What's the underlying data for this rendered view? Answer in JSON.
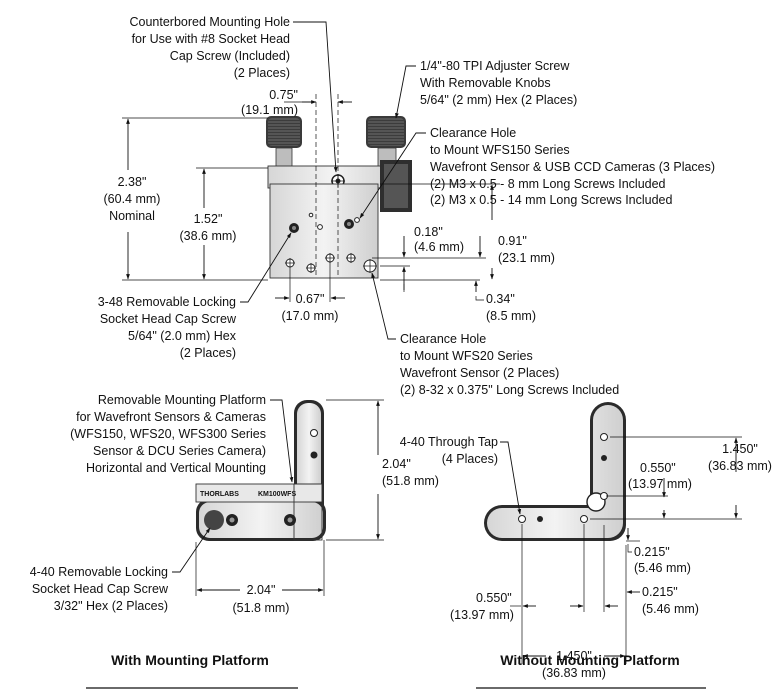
{
  "top_view": {
    "counterbored": [
      "Counterbored Mounting Hole",
      "for Use with #8 Socket Head",
      "Cap Screw (Included)",
      "(2 Places)"
    ],
    "adjuster": [
      "1/4\"-80 TPI Adjuster Screw",
      "With Removable Knobs",
      "5/64\" (2 mm) Hex (2 Places)"
    ],
    "clearance_wfs150": [
      "Clearance Hole",
      "to Mount WFS150 Series",
      "Wavefront Sensor & USB CCD Cameras (3 Places)",
      "(2) M3 x 0.5 - 8 mm Long Screws Included",
      "(2) M3 x 0.5 - 14 mm Long Screws Included"
    ],
    "clearance_wfs20": [
      "Clearance Hole",
      "to Mount WFS20 Series",
      "Wavefront Sensor (2 Places)",
      "(2) 8-32 x 0.375\" Long Screws Included"
    ],
    "locking_screw": [
      "3-48 Removable Locking",
      "Socket Head Cap Screw",
      "5/64\" (2.0 mm) Hex",
      "(2 Places)"
    ],
    "dims": {
      "d075": [
        "0.75\"",
        "(19.1 mm)"
      ],
      "d238": [
        "2.38\"",
        "(60.4 mm)",
        "Nominal"
      ],
      "d152": [
        "1.52\"",
        "(38.6 mm)"
      ],
      "d067": [
        "0.67\"",
        "(17.0 mm)"
      ],
      "d018": [
        "0.18\"",
        "(4.6 mm)"
      ],
      "d091": [
        "0.91\"",
        "(23.1 mm)"
      ],
      "d034": [
        "0.34\"",
        "(8.5 mm)"
      ]
    }
  },
  "with_platform": {
    "platform_note": [
      "Removable Mounting Platform",
      "for Wavefront Sensors & Cameras",
      "(WFS150, WFS20, WFS300 Series",
      "Sensor & DCU Series Camera)",
      "Horizontal and Vertical Mounting"
    ],
    "locking_note": [
      "4-40 Removable Locking",
      "Socket Head Cap Screw",
      "3/32\" Hex (2 Places)"
    ],
    "brand": "THORLABS",
    "model": "KM100WFS",
    "width": [
      "2.04\"",
      "(51.8 mm)"
    ],
    "height": [
      "2.04\"",
      "(51.8 mm)"
    ],
    "caption": "With Mounting Platform"
  },
  "without_platform": {
    "tap_note": [
      "4-40 Through Tap",
      "(4 Places)"
    ],
    "d0550_v": [
      "0.550\"",
      "(13.97 mm)"
    ],
    "d1450_v": [
      "1.450\"",
      "(36.83 mm)"
    ],
    "d0215_v": [
      "0.215\"",
      "(5.46 mm)"
    ],
    "d0215_h": [
      "0.215\"",
      "(5.46 mm)"
    ],
    "d0550_h": [
      "0.550\"",
      "(13.97 mm)"
    ],
    "d1450_h": [
      "1.450\"",
      "(36.83 mm)"
    ],
    "caption": "Without Mounting Platform"
  }
}
